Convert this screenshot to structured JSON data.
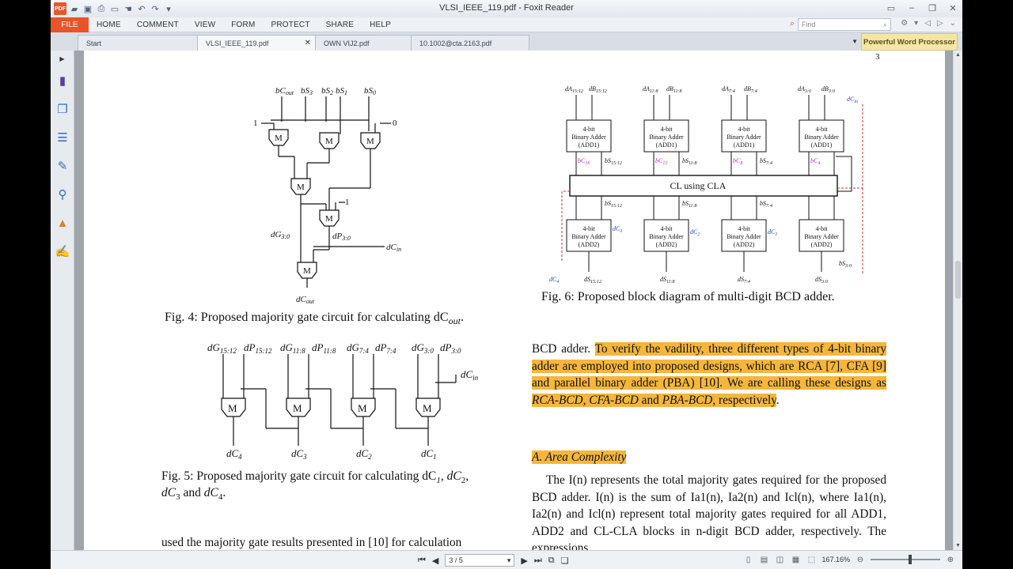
{
  "window": {
    "title": "VLSI_IEEE_119.pdf - Foxit Reader",
    "logo": "PDF"
  },
  "menu": {
    "file": "FILE",
    "items": [
      "HOME",
      "COMMENT",
      "VIEW",
      "FORM",
      "PROTECT",
      "SHARE",
      "HELP"
    ]
  },
  "find": {
    "placeholder": "Find"
  },
  "tabs": [
    {
      "label": "Start"
    },
    {
      "label": "VLSI_IEEE_119.pdf",
      "active": true
    },
    {
      "label": "OWN VIJ2.pdf"
    },
    {
      "label": "10.1002@cta.2163.pdf"
    }
  ],
  "promo": "Powerful Word Processor",
  "page": {
    "number": "3",
    "fig4_caption": "Fig. 4: Proposed majority gate circuit for calculating dC",
    "fig4_sub": "out",
    "fig5_caption_l1": "Fig. 5: Proposed majority gate circuit for calculating dC",
    "fig5_caption_l2": "dC",
    "fig6_caption": "Fig. 6: Proposed block diagram of multi-digit BCD adder.",
    "left_body_bottom": "used the majority gate results presented in [10] for calculation",
    "right_para1_start": "BCD adder. ",
    "right_para1_hl": "To verify the vadility, three different types of 4-bit binary adder are employed into proposed designs, which are RCA [7], CFA [9] and parallel binary adder (PBA) [10]. We are calling these designs as ",
    "right_para1_it1": "RCA-BCD, CFA-BCD",
    "right_para1_and": " and ",
    "right_para1_it2": "PBA-BCD",
    "right_para1_end": ", respectively",
    "section_heading": "A.  Area Complexity",
    "right_para2": "The I(n) represents the total majority gates required for the proposed BCD adder. I(n) is the sum of Ia1(n), Ia2(n) and Icl(n), where Ia1(n), Ia2(n) and Icl(n) represent total majority gates required for all ADD1, ADD2 and CL-CLA blocks in n-digit BCD adder, respectively. The expressions"
  },
  "fig4": {
    "top_labels": [
      "bCout",
      "bS3",
      "bS2",
      "bS1",
      "bS0"
    ],
    "const_one": "1",
    "const_zero": "0",
    "gate": "M",
    "dG": "dG3:0",
    "dP": "dP3:0",
    "dCin": "dCin",
    "dCout": "dCout"
  },
  "fig5": {
    "top_labels": [
      "dG15:12",
      "dP15:12",
      "dG11:8",
      "dP11:8",
      "dG7:4",
      "dP7:4",
      "dG3:0",
      "dP3:0"
    ],
    "dCin": "dCin",
    "outputs": [
      "dC4",
      "dC3",
      "dC2",
      "dC1"
    ],
    "gate": "M"
  },
  "fig6": {
    "inputs": [
      "dA15:12",
      "dB15:12",
      "dA11:8",
      "dB11:8",
      "dA7:4",
      "dB7:4",
      "dA3:0",
      "dB3:0"
    ],
    "add1_label": [
      "4-bit",
      "Binary Adder",
      "(ADD1)"
    ],
    "add2_label": [
      "4-bit",
      "Binary Adder",
      "(ADD2)"
    ],
    "carries_magenta": [
      "bC16",
      "bC12",
      "bC8",
      "bC4"
    ],
    "sums_mid": [
      "bS15:12",
      "bS11:8",
      "bS7:4",
      "bS3:0"
    ],
    "cla": "CL using CLA",
    "dc_blue": [
      "dC3",
      "dC2",
      "dC1"
    ],
    "dCin": "dCin",
    "dC4": "dC4",
    "outputs": [
      "dS15:12",
      "dS11:8",
      "dS7:4",
      "dS3:0"
    ]
  },
  "status": {
    "page_indicator": "3 / 5",
    "zoom": "167.16%"
  }
}
